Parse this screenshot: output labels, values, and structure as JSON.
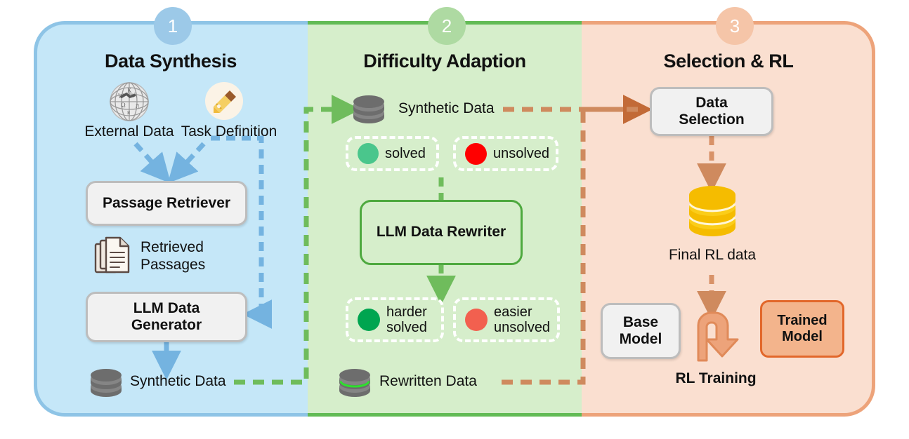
{
  "panels": [
    {
      "number": "1",
      "title": "Data Synthesis",
      "color_bg": "#c5e7f8",
      "color_border": "#8ec4e6",
      "color_badge": "#9cc9e8",
      "color_arrow": "#74b3e0"
    },
    {
      "number": "2",
      "title": "Difficulty Adaption",
      "color_bg": "#d6eecb",
      "color_border": "#62bb55",
      "color_badge": "#aedaa2",
      "color_arrow": "#5cb85c"
    },
    {
      "number": "3",
      "title": "Selection & RL",
      "color_bg": "#fadfd0",
      "color_border": "#eda37a",
      "color_badge": "#f5c5a8",
      "color_arrow": "#cf8a5e"
    }
  ],
  "stage1": {
    "external_data_label": "External Data",
    "task_definition_label": "Task Definition",
    "passage_retriever_label": "Passage Retriever",
    "retrieved_passages_label": "Retrieved\nPassages",
    "retrieved_passages_line1": "Retrieved",
    "retrieved_passages_line2": "Passages",
    "llm_data_generator_line1": "LLM Data",
    "llm_data_generator_line2": "Generator",
    "synthetic_data_label": "Synthetic Data"
  },
  "stage2": {
    "synthetic_data_label": "Synthetic Data",
    "solved_label": "solved",
    "unsolved_label": "unsolved",
    "rewriter_label": "LLM Data Rewriter",
    "harder_line1": "harder",
    "harder_line2": "solved",
    "easier_line1": "easier",
    "easier_line2": "unsolved",
    "rewritten_data_label": "Rewritten Data",
    "color_solved": "#4ac68c",
    "color_unsolved": "#ff0000",
    "color_harder": "#00a550",
    "color_easier": "#f2604f"
  },
  "stage3": {
    "data_selection_line1": "Data",
    "data_selection_line2": "Selection",
    "final_rl_data_label": "Final RL data",
    "base_model_line1": "Base",
    "base_model_line2": "Model",
    "trained_model_line1": "Trained",
    "trained_model_line2": "Model",
    "rl_training_label": "RL Training",
    "color_final_data": "#f5bc00"
  }
}
